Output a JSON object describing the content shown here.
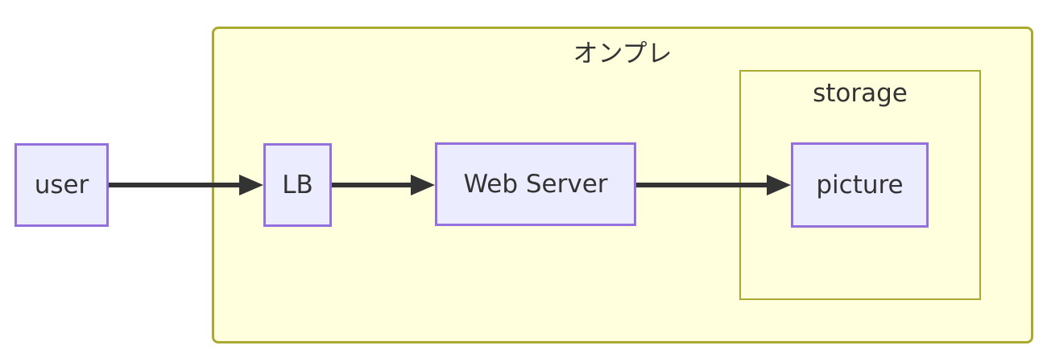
{
  "diagram": {
    "type": "flowchart",
    "direction": "left-to-right",
    "clusters": {
      "onpremise": {
        "label": "オンプレ"
      },
      "storage": {
        "label": "storage",
        "parent": "onpremise"
      }
    },
    "nodes": {
      "user": {
        "label": "user"
      },
      "lb": {
        "label": "LB",
        "cluster": "onpremise"
      },
      "web_server": {
        "label": "Web Server",
        "cluster": "onpremise"
      },
      "picture": {
        "label": "picture",
        "cluster": "storage"
      }
    },
    "edges": [
      {
        "from": "user",
        "to": "lb",
        "arrow": "solid"
      },
      {
        "from": "lb",
        "to": "web_server",
        "arrow": "solid"
      },
      {
        "from": "web_server",
        "to": "picture",
        "arrow": "solid"
      }
    ],
    "colors": {
      "node_fill": "#ececff",
      "node_border": "#9370db",
      "cluster_fill": "#ffffde",
      "cluster_border": "#aaaa33",
      "edge": "#333333",
      "text": "#333333"
    }
  }
}
